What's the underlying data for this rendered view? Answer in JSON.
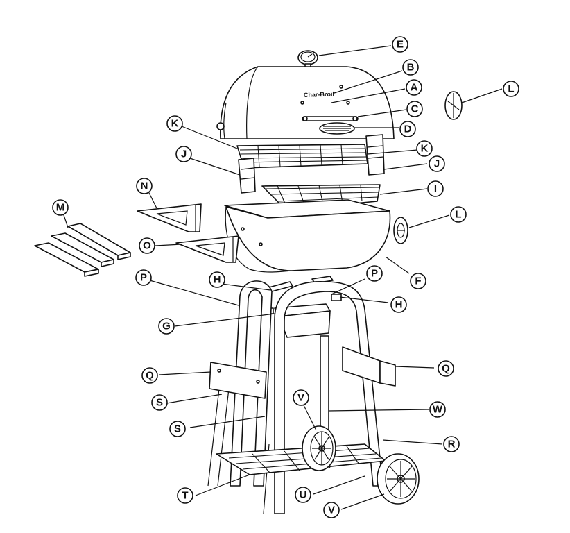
{
  "brand_logo": "Char-Broil",
  "callouts": [
    {
      "id": "A",
      "label": "A"
    },
    {
      "id": "B",
      "label": "B"
    },
    {
      "id": "C",
      "label": "C"
    },
    {
      "id": "D",
      "label": "D"
    },
    {
      "id": "E",
      "label": "E"
    },
    {
      "id": "F",
      "label": "F"
    },
    {
      "id": "G",
      "label": "G"
    },
    {
      "id": "H1",
      "label": "H"
    },
    {
      "id": "H2",
      "label": "H"
    },
    {
      "id": "I",
      "label": "I"
    },
    {
      "id": "J1",
      "label": "J"
    },
    {
      "id": "J2",
      "label": "J"
    },
    {
      "id": "K1",
      "label": "K"
    },
    {
      "id": "K2",
      "label": "K"
    },
    {
      "id": "L1",
      "label": "L"
    },
    {
      "id": "L2",
      "label": "L"
    },
    {
      "id": "M",
      "label": "M"
    },
    {
      "id": "N",
      "label": "N"
    },
    {
      "id": "O",
      "label": "O"
    },
    {
      "id": "P1",
      "label": "P"
    },
    {
      "id": "P2",
      "label": "P"
    },
    {
      "id": "Q1",
      "label": "Q"
    },
    {
      "id": "Q2",
      "label": "Q"
    },
    {
      "id": "R",
      "label": "R"
    },
    {
      "id": "S1",
      "label": "S"
    },
    {
      "id": "S2",
      "label": "S"
    },
    {
      "id": "T",
      "label": "T"
    },
    {
      "id": "U",
      "label": "U"
    },
    {
      "id": "V1",
      "label": "V"
    },
    {
      "id": "V2",
      "label": "V"
    },
    {
      "id": "W",
      "label": "W"
    }
  ]
}
